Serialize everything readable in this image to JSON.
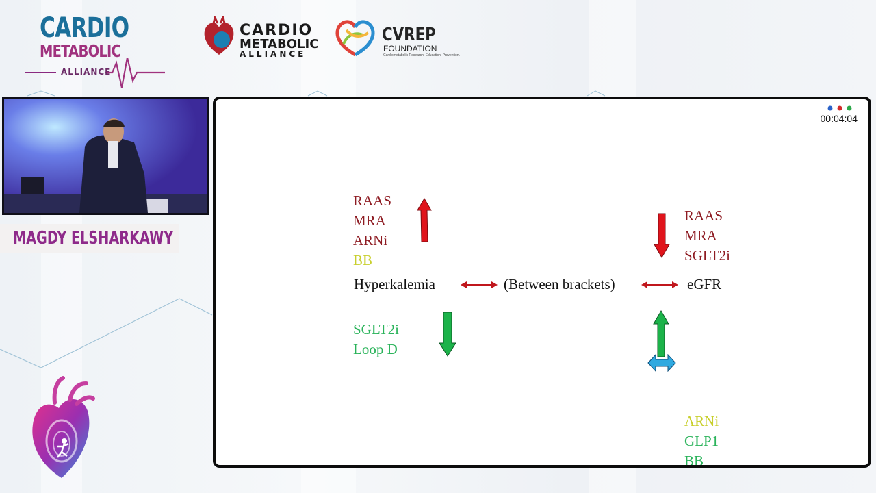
{
  "logos": {
    "cma": {
      "line1": "CARDIO",
      "line2": "METABOLIC",
      "line3": "ALLIANCE"
    },
    "cma2": {
      "line1": "CARDIO",
      "line2": "METABOLIC",
      "line3": "ALLIANCE"
    },
    "cvrep": {
      "title": "CVREP",
      "subtitle": "FOUNDATION",
      "tagline": "Cardiometabolic Research. Education. Prevention."
    }
  },
  "speaker": {
    "name": "MAGDY ELSHARKAWY"
  },
  "slide": {
    "timer": "00:04:04",
    "top_left_list": [
      {
        "text": "RAAS",
        "color": "#8e1b22"
      },
      {
        "text": "MRA",
        "color": "#8e1b22"
      },
      {
        "text": "ARNi",
        "color": "#8e1b22"
      },
      {
        "text": "BB",
        "color": "#c8cf2c"
      }
    ],
    "top_right_list": [
      {
        "text": "RAAS",
        "color": "#8e1b22"
      },
      {
        "text": "MRA",
        "color": "#8e1b22"
      },
      {
        "text": "SGLT2i",
        "color": "#8e1b22"
      }
    ],
    "middle": {
      "left": "Hyperkalemia",
      "center": "(Between brackets)",
      "right": "eGFR"
    },
    "bottom_left_list": [
      {
        "text": "SGLT2i",
        "color": "#2ab35a"
      },
      {
        "text": "Loop D",
        "color": "#2ab35a"
      }
    ],
    "bottom_right_list": [
      {
        "text": "ARNi",
        "color": "#c8cf2c"
      },
      {
        "text": "GLP1",
        "color": "#2ab35a"
      },
      {
        "text": "BB",
        "color": "#2ab35a"
      }
    ],
    "colors": {
      "red_arrow": "#e0141c",
      "green_arrow": "#1cb34a",
      "blue_arrow": "#2fa9e0",
      "connector": "#c0161c"
    }
  }
}
